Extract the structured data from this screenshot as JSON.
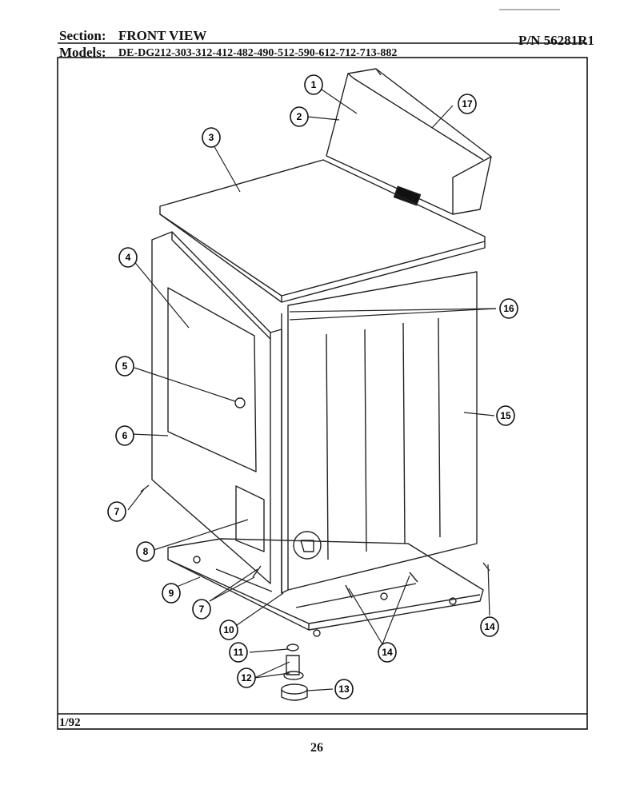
{
  "header": {
    "section_label": "Section:",
    "section_value": "FRONT VIEW",
    "part_number": "P/N 56281R1",
    "models_label": "Models:",
    "models_value": "DE-DG212-303-312-412-482-490-512-590-612-712-713-882"
  },
  "footer": {
    "date": "1/92",
    "page": "26"
  },
  "callouts": [
    "1",
    "2",
    "3",
    "4",
    "5",
    "6",
    "7",
    "8",
    "9",
    "7",
    "10",
    "11",
    "12",
    "13",
    "14",
    "14",
    "15",
    "16",
    "17"
  ]
}
